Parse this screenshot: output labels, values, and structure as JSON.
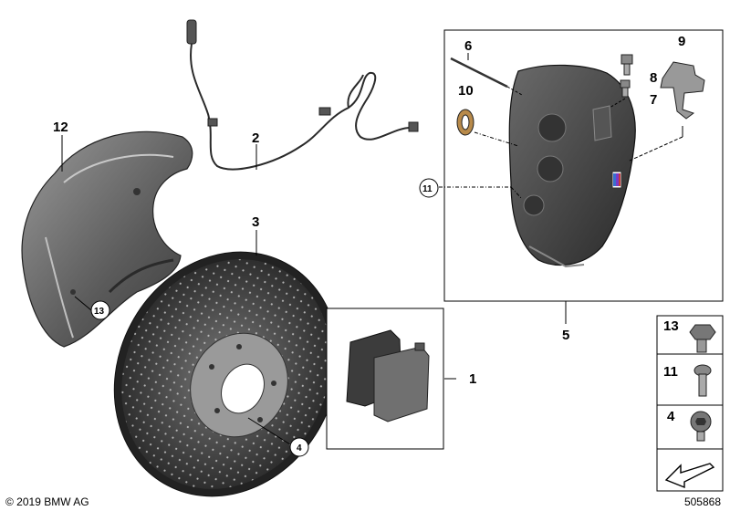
{
  "labels": {
    "p1": "1",
    "p2": "2",
    "p3": "3",
    "p4": "4",
    "p5": "5",
    "p6": "6",
    "p7": "7",
    "p8": "8",
    "p9": "9",
    "p10": "10",
    "p11": "11",
    "p12": "12",
    "p13": "13"
  },
  "sidebar": {
    "items": [
      {
        "label": "13",
        "icon": "bolt-flange-icon"
      },
      {
        "label": "11",
        "icon": "bolt-icon"
      },
      {
        "label": "4",
        "icon": "hex-socket-screw-icon"
      }
    ],
    "nav_icon": "arrow-icon"
  },
  "footer": {
    "copyright": "© 2019 BMW AG",
    "diagram_id": "505868"
  },
  "colors": {
    "part_dark": "#3a3a3a",
    "part_mid": "#6b6b6b",
    "part_light": "#a8a8a8",
    "outline": "#000000"
  }
}
